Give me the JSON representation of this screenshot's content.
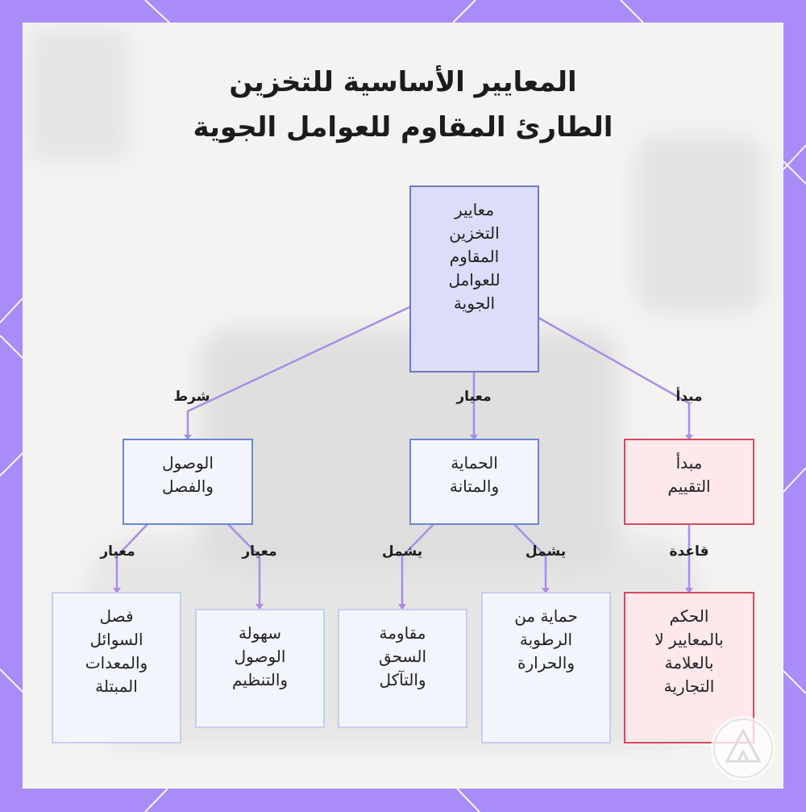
{
  "title": {
    "line1": "المعايير الأساسية للتخزين",
    "line2": "الطارئ المقاوم للعوامل الجوية"
  },
  "nodes": {
    "root": {
      "lines": [
        "معايير",
        "التخزين",
        "المقاوم",
        "للعوامل",
        "الجوية"
      ]
    },
    "access": {
      "lines": [
        "الوصول",
        "والفصل"
      ]
    },
    "protection": {
      "lines": [
        "الحماية",
        "والمتانة"
      ]
    },
    "evaluation": {
      "lines": [
        "مبدأ",
        "التقييم"
      ]
    },
    "separation": {
      "lines": [
        "فصل",
        "السوائل",
        "والمعدات",
        "المبتلة"
      ]
    },
    "ease": {
      "lines": [
        "سهولة",
        "الوصول",
        "والتنظيم"
      ]
    },
    "corrosion": {
      "lines": [
        "مقاومة",
        "السحق",
        "والتآكل"
      ]
    },
    "moisture": {
      "lines": [
        "حماية من",
        "الرطوبة",
        "والحرارة"
      ]
    },
    "judgement": {
      "lines": [
        "الحكم",
        "بالمعايير لا",
        "بالعلامة",
        "التجارية"
      ]
    }
  },
  "edge_labels": {
    "condition": "شرط",
    "criterion_mid": "معيار",
    "principle": "مبدأ",
    "criterion_left": "معيار",
    "criterion_right": "معيار",
    "includes_left": "يشمل",
    "includes_right": "يشمل",
    "rule": "قاعدة"
  },
  "colors": {
    "frame": "#a98cf7",
    "edge": "#a98de6",
    "node_blue_border": "#6b85d6",
    "node_red_border": "#d44a5e",
    "root_fill": "#dcdcfb"
  },
  "watermark_icon": "triangle-logo-icon"
}
